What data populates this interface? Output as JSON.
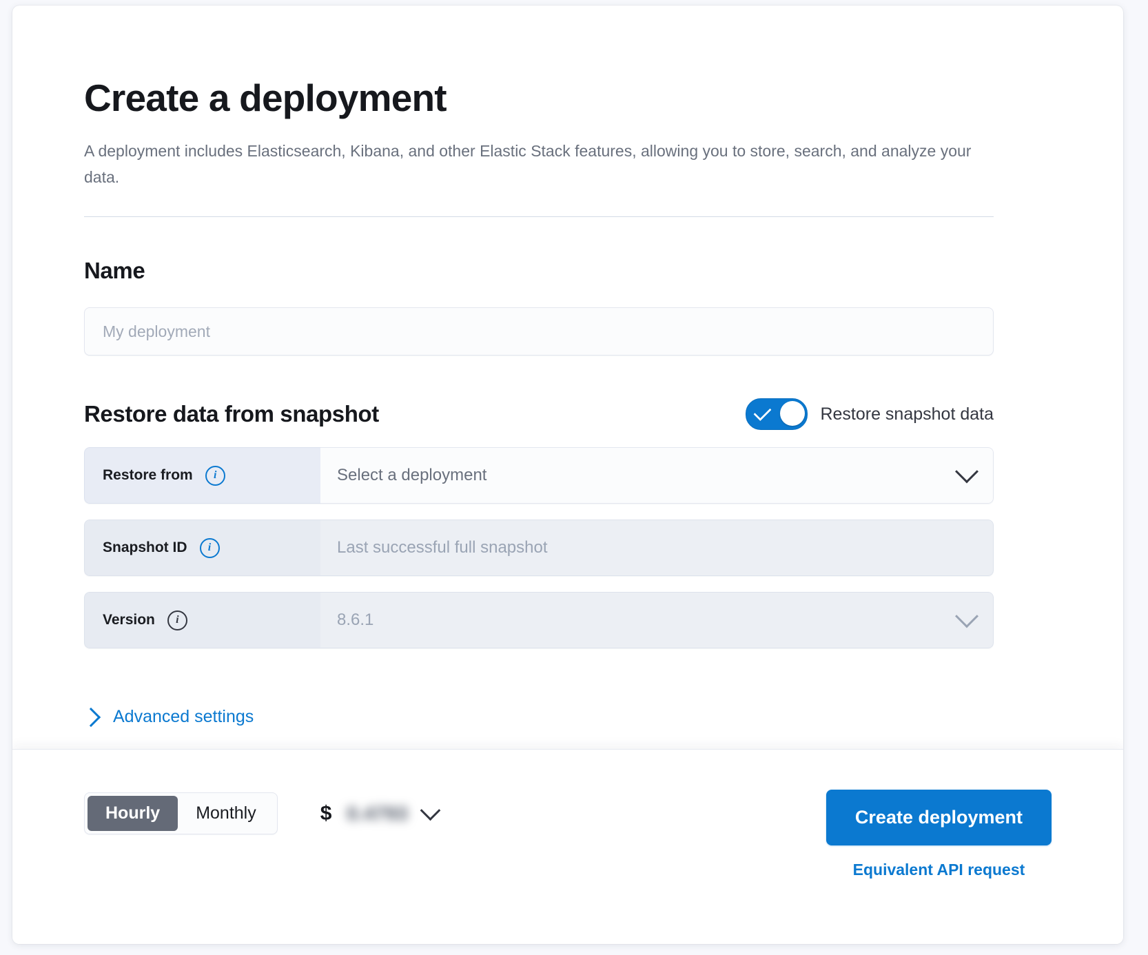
{
  "header": {
    "title": "Create a deployment",
    "subtitle": "A deployment includes Elasticsearch, Kibana, and other Elastic Stack features, allowing you to store, search, and analyze your data."
  },
  "name_section": {
    "title": "Name",
    "input_value": "",
    "input_placeholder": "My deployment"
  },
  "restore_section": {
    "title": "Restore data from snapshot",
    "toggle_label": "Restore snapshot data",
    "toggle_on": true,
    "rows": [
      {
        "label": "Restore from",
        "value": "Select a deployment",
        "is_placeholder": true,
        "disabled": false,
        "control": "dropdown"
      },
      {
        "label": "Snapshot ID",
        "value": "Last successful full snapshot",
        "is_placeholder": true,
        "disabled": true,
        "control": "text"
      },
      {
        "label": "Version",
        "value": "8.6.1",
        "is_placeholder": false,
        "disabled": true,
        "control": "dropdown"
      }
    ],
    "advanced_link": "Advanced settings"
  },
  "footer": {
    "billing_options": [
      "Hourly",
      "Monthly"
    ],
    "billing_selected": "Hourly",
    "price_currency": "$",
    "price_value": "0.4793",
    "price_redacted": true,
    "create_button": "Create deployment",
    "api_link": "Equivalent API request"
  },
  "colors": {
    "accent": "#0b79d0",
    "text": "#16181d",
    "muted_text": "#69707d",
    "label_bg": "#e8ecf5",
    "field_bg": "#fbfcfd",
    "disabled_bg": "#eceff4",
    "segment_active": "#646a77"
  }
}
